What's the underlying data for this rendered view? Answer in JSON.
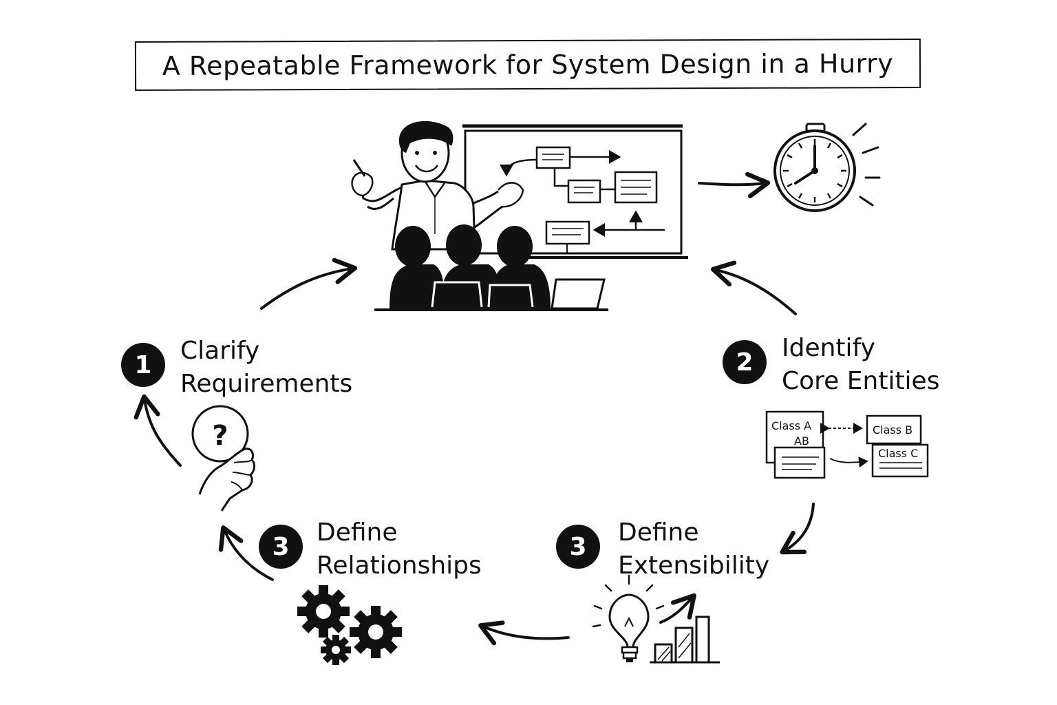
{
  "title": "A Repeatable Framework for System Design in a Hurry",
  "steps": [
    {
      "number": "1",
      "line1": "Clarify",
      "line2": "Requirements"
    },
    {
      "number": "2",
      "line1": "Identify",
      "line2": "Core Entities"
    },
    {
      "number": "3",
      "line1": "Define",
      "line2": "Extensibility"
    },
    {
      "number": "3",
      "line1": "Define",
      "line2": "Relationships"
    }
  ],
  "entities": {
    "class_a": "Class A",
    "class_a_sub": "AB",
    "class_b": "Class B",
    "class_c": "Class C"
  },
  "icons": {
    "presenter": "presenter-whiteboard-icon",
    "timer": "stopwatch-icon",
    "question": "question-bubble-icon",
    "class_diagram": "class-diagram-icon",
    "idea": "lightbulb-chart-icon",
    "gears": "gears-icon"
  }
}
